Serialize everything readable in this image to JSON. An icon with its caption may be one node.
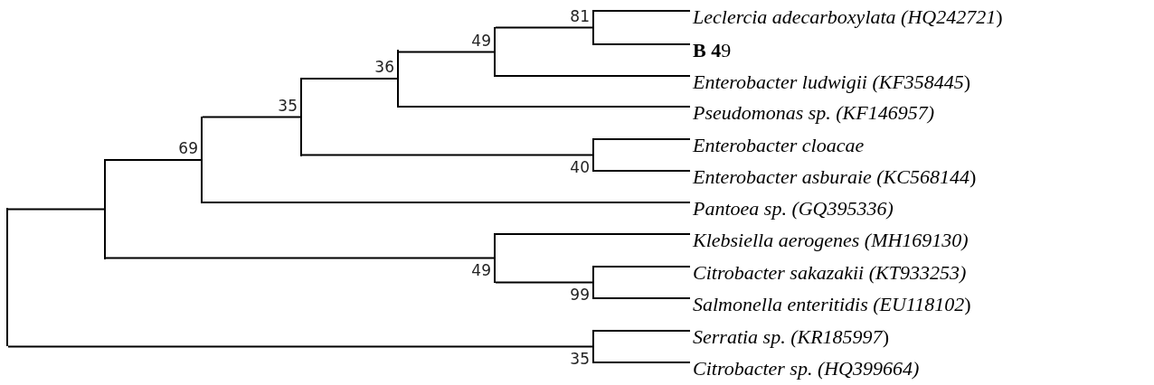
{
  "diagram": {
    "nodes": [
      {
        "text": [],
        "shape": "bar"
      },
      {
        "text": [],
        "shape": "bar"
      },
      {
        "text": [],
        "shape": "bar",
        "beside": [
          "69"
        ]
      },
      {
        "text": [],
        "shape": "bar",
        "beside": [
          "35"
        ]
      },
      {
        "text": [],
        "shape": "bar",
        "beside": [
          "36"
        ]
      },
      {
        "text": [],
        "shape": "bar",
        "beside": [
          "49"
        ]
      },
      {
        "text": [],
        "shape": "bar",
        "beside": [
          "81"
        ]
      },
      {
        "text": [
          "*Leclercia adecarboxylata (HQ242721*)"
        ]
      },
      {
        "text": [
          "**B 4**9"
        ]
      },
      {
        "text": [
          "*Enterobacter ludwigii (KF358445*)"
        ]
      },
      {
        "text": [
          "*Pseudomonas sp. (KF146957)*"
        ]
      },
      {
        "text": [],
        "shape": "bar",
        "beside": [
          "40"
        ]
      },
      {
        "text": [
          "*Enterobacter cloacae*"
        ]
      },
      {
        "text": [
          "*Enterobacter asburaie (KC568144*)"
        ]
      },
      {
        "text": [
          "*Pantoea sp. (GQ395336)*"
        ]
      },
      {
        "text": [],
        "shape": "bar",
        "beside": [
          "49"
        ]
      },
      {
        "text": [
          "*Klebsiella aerogenes (MH169130)*"
        ]
      },
      {
        "text": [],
        "shape": "bar",
        "beside": [
          "99"
        ]
      },
      {
        "text": [
          "*Citrobacter sakazakii (KT933253)*"
        ]
      },
      {
        "text": [
          "*Salmonella enteritidis (EU118102*)"
        ]
      },
      {
        "text": [],
        "shape": "bar",
        "beside": [
          "35"
        ]
      },
      {
        "text": [
          "*Serratia sp. (KR185997*)"
        ]
      },
      {
        "text": [
          "*Citrobacter sp. (HQ399664)*"
        ]
      }
    ],
    "edges": [
      {
        "from": 0,
        "to": 1,
        "arrow": "none"
      },
      {
        "from": 0,
        "to": 20,
        "arrow": "none"
      },
      {
        "from": 1,
        "to": 2,
        "arrow": "none"
      },
      {
        "from": 1,
        "to": 15,
        "arrow": "none"
      },
      {
        "from": 2,
        "to": 3,
        "arrow": "none"
      },
      {
        "from": 2,
        "to": 14,
        "arrow": "none"
      },
      {
        "from": 3,
        "to": 4,
        "arrow": "none"
      },
      {
        "from": 3,
        "to": 11,
        "arrow": "none"
      },
      {
        "from": 4,
        "to": 5,
        "arrow": "none"
      },
      {
        "from": 4,
        "to": 10,
        "arrow": "none"
      },
      {
        "from": 5,
        "to": 6,
        "arrow": "none"
      },
      {
        "from": 5,
        "to": 9,
        "arrow": "none"
      },
      {
        "from": 6,
        "to": 7,
        "arrow": "none"
      },
      {
        "from": 6,
        "to": 8,
        "arrow": "none"
      },
      {
        "from": 11,
        "to": 12,
        "arrow": "none"
      },
      {
        "from": 11,
        "to": 13,
        "arrow": "none"
      },
      {
        "from": 15,
        "to": 16,
        "arrow": "none"
      },
      {
        "from": 15,
        "to": 17,
        "arrow": "none"
      },
      {
        "from": 17,
        "to": 18,
        "arrow": "none"
      },
      {
        "from": 17,
        "to": 19,
        "arrow": "none"
      },
      {
        "from": 20,
        "to": 21,
        "arrow": "none"
      },
      {
        "from": 20,
        "to": 22,
        "arrow": "none"
      }
    ]
  }
}
